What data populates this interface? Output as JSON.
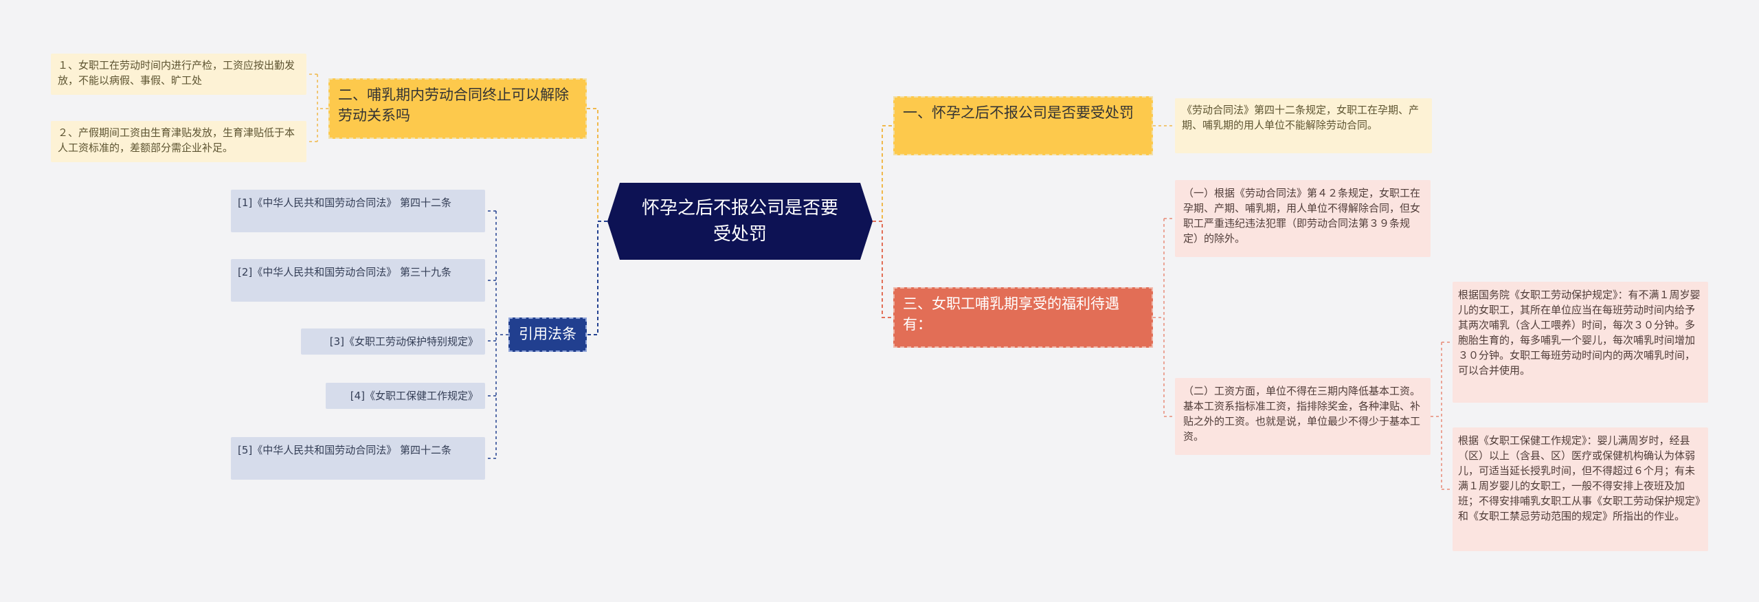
{
  "central": {
    "text": "怀孕之后不报公司是否要受处罚"
  },
  "right_branches": [
    {
      "text": "一、怀孕之后不报公司是否要受处罚",
      "children": [
        "《劳动合同法》第四十二条规定，女职工在孕期、产期、哺乳期的用人单位不能解除劳动合同。"
      ]
    },
    {
      "text": "三、女职工哺乳期享受的福利待遇有：",
      "children": [
        "（一）根据《劳动合同法》第４２条规定，女职工在孕期、产期、哺乳期，用人单位不得解除合同，但女职工严重违纪违法犯罪（即劳动合同法第３９条规定）的除外。",
        "（二）工资方面，单位不得在三期内降低基本工资。基本工资系指标准工资，指排除奖金，各种津贴、补贴之外的工资。也就是说，单位最少不得少于基本工资。"
      ],
      "grandchildren": [
        "根据国务院《女职工劳动保护规定》：有不满１周岁婴儿的女职工，其所在单位应当在每班劳动时间内给予其两次哺乳（含人工喂养）时间，每次３０分钟。多胞胎生育的，每多哺乳一个婴儿，每次哺乳时间增加３０分钟。女职工每班劳动时间内的两次哺乳时间，可以合并使用。",
        "根据《女职工保健工作规定》：婴儿满周岁时，经县（区）以上（含县、区）医疗或保健机构确认为体弱儿，可适当延长授乳时间，但不得超过６个月；有未满１周岁婴儿的女职工，一般不得安排上夜班及加班；不得安排哺乳女职工从事《女职工劳动保护规定》和《女职工禁忌劳动范围的规定》所指出的作业。"
      ]
    }
  ],
  "left_branches": [
    {
      "text": "二、哺乳期内劳动合同终止可以解除劳动关系吗",
      "children": [
        "１、女职工在劳动时间内进行产检，工资应按出勤发放，不能以病假、事假、旷工处",
        "２、产假期间工资由生育津贴发放，生育津贴低于本人工资标准的，差额部分需企业补足。"
      ]
    },
    {
      "text": "引用法条",
      "children": [
        "[1]《中华人民共和国劳动合同法》 第四十二条",
        "[2]《中华人民共和国劳动合同法》 第三十九条",
        "[3]《女职工劳动保护特别规定》",
        "[4]《女职工保健工作规定》",
        "[5]《中华人民共和国劳动合同法》 第四十二条"
      ]
    }
  ],
  "colors": {
    "background": "#f3f3f5",
    "central": "#0d1254",
    "branch_yellow": "#fdc94c",
    "branch_red": "#e26e56",
    "branch_blue": "#213f8f",
    "leaf_yellow": "#fdf2d5",
    "leaf_pink": "#fbe4e0",
    "leaf_lavender": "#d6dceb"
  }
}
